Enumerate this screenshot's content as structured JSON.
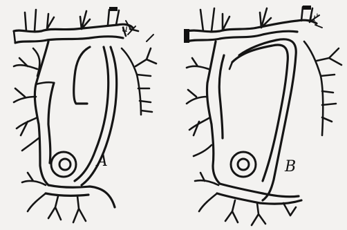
{
  "figure": {
    "panels": [
      {
        "id": "A",
        "label": "A",
        "marker": "u"
      },
      {
        "id": "B",
        "label": "B",
        "marker": "u'"
      }
    ]
  }
}
